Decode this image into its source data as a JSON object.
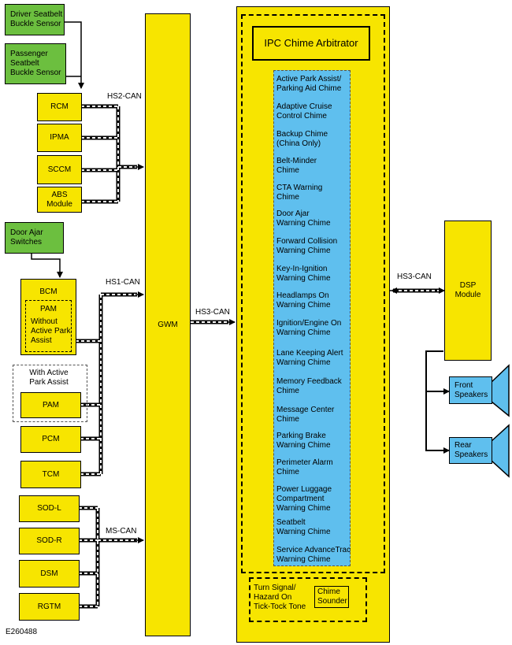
{
  "figure_id": "E260488",
  "sensors": {
    "driver": "Driver Seatbelt\nBuckle Sensor",
    "passenger": "Passenger\nSeatbelt\nBuckle Sensor",
    "door_ajar": "Door Ajar\nSwitches"
  },
  "hs2_modules": [
    "RCM",
    "IPMA",
    "SCCM",
    "ABS\nModule"
  ],
  "bcm": {
    "title": "BCM",
    "pam": "PAM",
    "without": "Without\nActive Park\nAssist"
  },
  "with_active_park_assist": "With Active\nPark Assist",
  "hs1_modules": [
    "PAM",
    "PCM",
    "TCM"
  ],
  "ms_modules": [
    "SOD-L",
    "SOD-R",
    "DSM",
    "RGTM"
  ],
  "bus_labels": {
    "hs2": "HS2-CAN",
    "hs1": "HS1-CAN",
    "ms": "MS-CAN",
    "hs3_left": "HS3-CAN",
    "hs3_right": "HS3-CAN"
  },
  "gwm": "GWM",
  "ipc": {
    "title": "IPC Chime Arbitrator",
    "chimes": [
      "Active Park Assist/\nParking Aid Chime",
      "Adaptive Cruise\nControl Chime",
      "Backup Chime\n(China Only)",
      "Belt-Minder\nChime",
      "CTA Warning\nChime",
      "Door Ajar\nWarning Chime",
      "Forward Collision\nWarning Chime",
      "Key-In-Ignition\nWarning Chime",
      "Headlamps On\nWarning Chime",
      "Ignition/Engine On\nWarning Chime",
      "Lane Keeping Alert\nWarning Chime",
      "Memory Feedback\nChime",
      "Message Center\nChime",
      "Parking Brake\nWarning Chime",
      "Perimeter Alarm\nChime",
      "Power Luggage\nCompartment\nWarning Chime",
      "Seatbelt\nWarning Chime",
      "Service AdvanceTrac\nWarning Chime"
    ],
    "turn_signal": "Turn Signal/\nHazard On\nTick-Tock Tone",
    "sounder": "Chime\nSounder"
  },
  "dsp": "DSP\nModule",
  "speakers": [
    "Front\nSpeakers",
    "Rear\nSpeakers"
  ],
  "colors": {
    "sensor": "#6cbf3f",
    "module": "#f7e500",
    "chime_panel": "#5fbfee",
    "bus": "#000000"
  }
}
